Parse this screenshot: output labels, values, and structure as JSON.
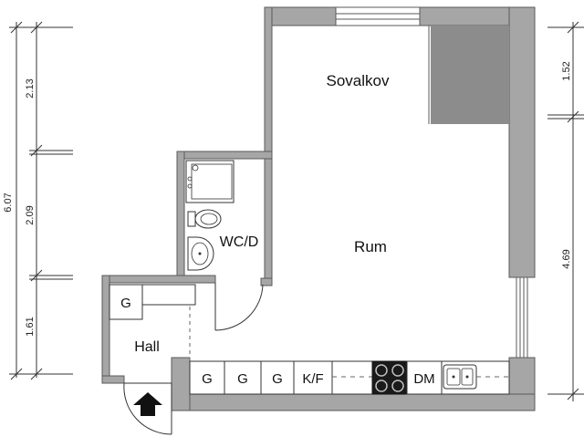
{
  "rooms": {
    "sovalkov": "Sovalkov",
    "rum": "Rum",
    "wc": "WC/D",
    "hall": "Hall"
  },
  "fixtures": {
    "hall_wardrobe": "G",
    "wardrobe_1": "G",
    "wardrobe_2": "G",
    "wardrobe_3": "G",
    "fridge_freezer": "K/F",
    "dishwasher": "DM"
  },
  "dimensions": {
    "total_height": "6.07",
    "left_top": "2.13",
    "left_middle": "2.09",
    "left_bottom": "1.61",
    "right_top": "1.52",
    "right_bottom": "4.69"
  },
  "colors": {
    "wall": "#a6a6a6",
    "wall_edge": "#5a5a5a",
    "alcove": "#8c8c8c",
    "stove": "#1a1a1a"
  }
}
